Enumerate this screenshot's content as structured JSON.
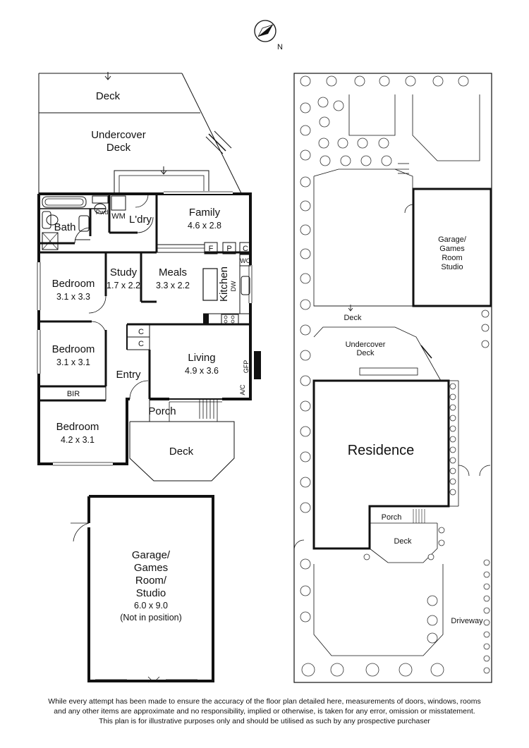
{
  "compass": {
    "north_label": "N"
  },
  "main_plan": {
    "deck_top": "Deck",
    "undercover_deck": [
      "Undercover",
      "Deck"
    ],
    "family": {
      "name": "Family",
      "dim": "4.6 x 2.8"
    },
    "laundry": "L'dry",
    "powder": "Pwdr",
    "washing_machine": "WM",
    "bath": "Bath",
    "fridge": "F",
    "pantry": "P",
    "cupboard": "C",
    "wall_oven": "WO",
    "study": {
      "name": "Study",
      "dim": "1.7 x 2.2"
    },
    "meals": {
      "name": "Meals",
      "dim": "3.3 x 2.2"
    },
    "kitchen": "Kitchen",
    "dishwasher": "DW",
    "bedroom1": {
      "name": "Bedroom",
      "dim": "3.1 x 3.3"
    },
    "bedroom2": {
      "name": "Bedroom",
      "dim": "3.1 x 3.1"
    },
    "bedroom3": {
      "name": "Bedroom",
      "dim": "4.2 x 3.1"
    },
    "linen_c1": "C",
    "linen_c2": "C",
    "living": {
      "name": "Living",
      "dim": "4.9 x 3.6"
    },
    "gas_fireplace": "GFP",
    "air_con": "A/C",
    "entry": "Entry",
    "bir": "BIR",
    "porch": "Porch",
    "deck_front": "Deck"
  },
  "garage_plan": {
    "lines": [
      "Garage/",
      "Games",
      "Room/",
      "Studio"
    ],
    "dim": "6.0 x 9.0",
    "note": "(Not in position)"
  },
  "site_plan": {
    "garage_lines": [
      "Garage/",
      "Games",
      "Room",
      "Studio"
    ],
    "deck": "Deck",
    "undercover_deck": [
      "Undercover",
      "Deck"
    ],
    "residence": "Residence",
    "porch": "Porch",
    "front_deck": "Deck",
    "driveway": "Driveway"
  },
  "disclaimer": [
    "While every attempt has been made to ensure the accuracy of the floor plan detailed here, measurements of doors, windows, rooms",
    "and any other items are approximate and no responsibility, implied or otherwise, is taken for any error, omission or misstatement.",
    "This plan is for illustrative purposes only and should be utilised as such by any prospective purchaser"
  ]
}
